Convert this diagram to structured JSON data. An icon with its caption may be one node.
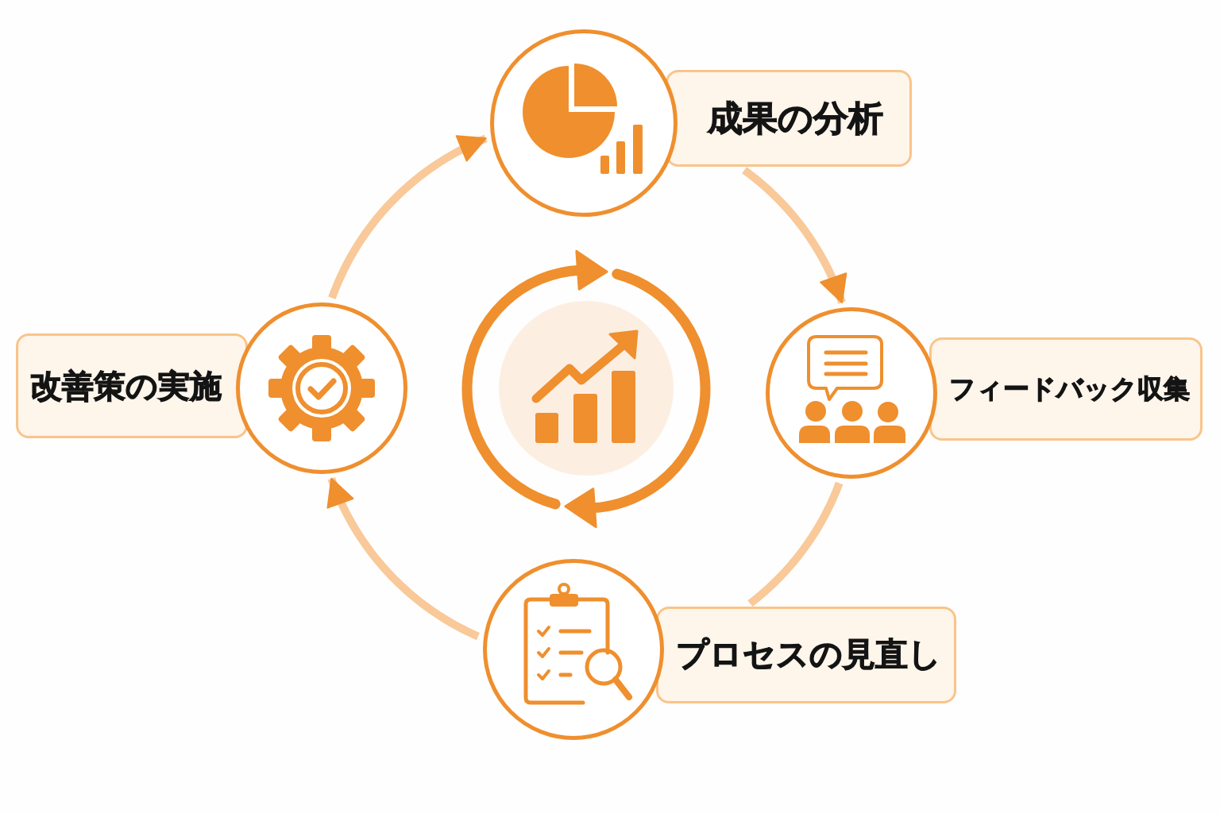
{
  "diagram": {
    "nodes": [
      {
        "text": [],
        "shape": "circle"
      },
      {
        "text": [
          "成果の分析"
        ]
      },
      {
        "text": [
          "改善策の実施"
        ]
      },
      {
        "text": [],
        "shape": "circle"
      },
      {
        "text": [],
        "shape": "circle"
      },
      {
        "text": [
          "フィードバック収集"
        ]
      },
      {
        "text": [],
        "shape": "circle"
      },
      {
        "text": [
          "プロセスの見直し"
        ]
      }
    ],
    "edges": [
      {
        "from": 3,
        "to": 0,
        "arrow": "to"
      },
      {
        "from": 1,
        "to": 4,
        "arrow": "to"
      },
      {
        "from": 4,
        "to": 7,
        "arrow": "none"
      },
      {
        "from": 6,
        "to": 3,
        "arrow": "to"
      }
    ]
  }
}
